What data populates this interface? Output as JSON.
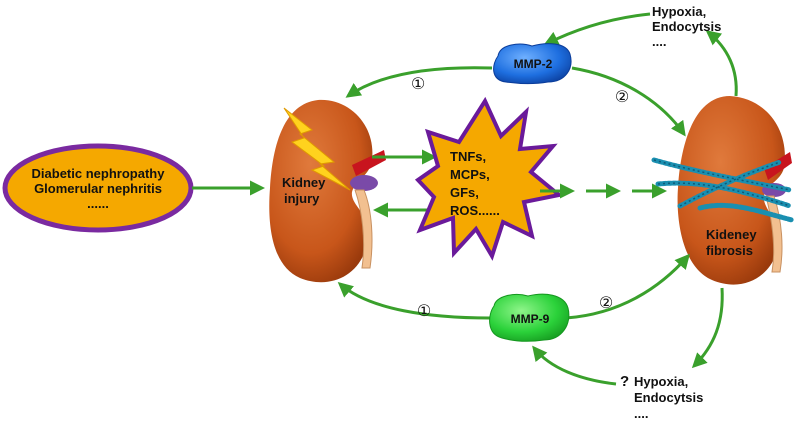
{
  "cause": {
    "line1": "Diabetic nephropathy",
    "line2": "Glomerular nephritis",
    "line3": "......"
  },
  "kidney_injury": {
    "line1": "Kidney",
    "line2": "injury"
  },
  "mediators": {
    "line1": "TNFs,",
    "line2": "MCPs,",
    "line3": "GFs,",
    "line4": "ROS......"
  },
  "kidney_fibrosis": {
    "line1": "Kideney",
    "line2": "fibrosis"
  },
  "mmp2": {
    "label": "MMP-2",
    "path1": "①",
    "path2": "②"
  },
  "mmp9": {
    "label": "MMP-9",
    "path1": "①",
    "path2": "②"
  },
  "top_stimuli": {
    "line1": "Hypoxia,",
    "line2": "Endocytsis",
    "line3": "...."
  },
  "bottom_stimuli": {
    "question": "?",
    "line1": "Hypoxia,",
    "line2": "Endocytsis",
    "line3": "...."
  },
  "colors": {
    "arrow": "#3aa02c",
    "kidney": "#c8561a",
    "cause_fill": "#f5a800",
    "cause_border": "#7a2aa0",
    "mediator_fill": "#f5a800",
    "mediator_border": "#6a1a9a",
    "mmp2": "#1e6fe0",
    "mmp9": "#2bd23a",
    "collagen": "#1a8fb0"
  }
}
